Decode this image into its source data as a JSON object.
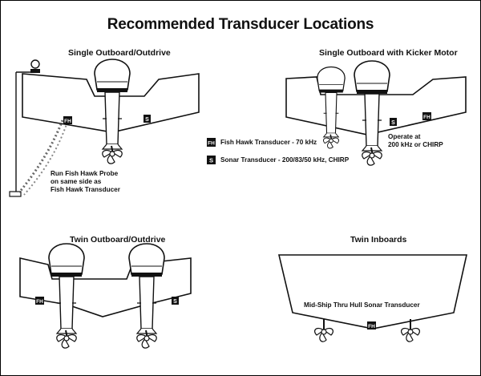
{
  "title": "Recommended Transducer Locations",
  "sections": {
    "single": {
      "label": "Single Outboard/Outdrive"
    },
    "kicker": {
      "label": "Single Outboard with Kicker Motor"
    },
    "twin_out": {
      "label": "Twin Outboard/Outdrive"
    },
    "twin_in": {
      "label": "Twin Inboards"
    }
  },
  "badges": {
    "fh": "FH",
    "s": "S"
  },
  "legend": {
    "fh": "Fish Hawk Transducer - 70 kHz",
    "s": "Sonar Transducer - 200/83/50 kHz, CHIRP"
  },
  "notes": {
    "probe": [
      "Run Fish Hawk Probe",
      "on same side as",
      "Fish Hawk Transducer"
    ],
    "operate": [
      "Operate at",
      "200 kHz or CHIRP"
    ],
    "midship": "Mid-Ship Thru Hull Sonar Transducer"
  },
  "colors": {
    "ink": "#111111",
    "hull": "#ffffff"
  }
}
